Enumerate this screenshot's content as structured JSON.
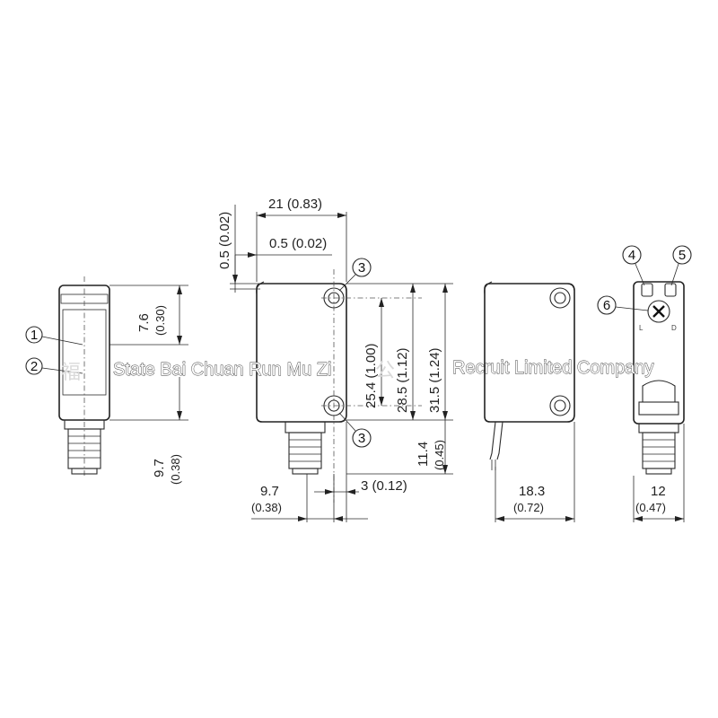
{
  "dimensions": {
    "d21": "21 (0.83)",
    "d05a": "0.5 (0.02)",
    "d05b": "0.5 (0.02)",
    "d76": "7.6",
    "d76b": "(0.30)",
    "d97a": "9.7",
    "d97ab": "(0.38)",
    "d254": "25.4 (1.00)",
    "d285": "28.5 (1.12)",
    "d315": "31.5 (1.24)",
    "d114": "11.4",
    "d114b": "(0.45)",
    "d97b": "9.7",
    "d97bb": "(0.38)",
    "d3": "3 (0.12)",
    "d183": "18.3",
    "d183b": "(0.72)",
    "d12": "12",
    "d12b": "(0.47)"
  },
  "callouts": [
    "1",
    "2",
    "3",
    "3",
    "4",
    "5",
    "6"
  ],
  "switch_labels": {
    "left": "L",
    "right": "D"
  },
  "watermark": {
    "left_text": "State Bai Chuan Run Mu Zi",
    "right_text": "Recruit Limited Company",
    "faint_glyph": "福",
    "faint_glyph_mid": "公"
  }
}
